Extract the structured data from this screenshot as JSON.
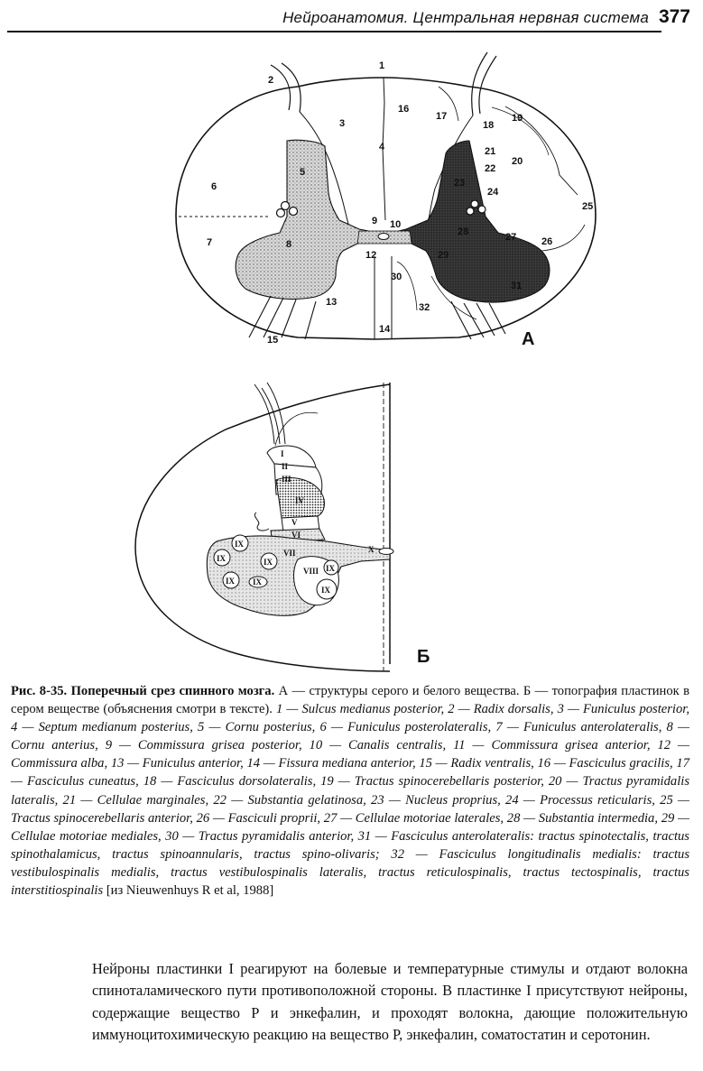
{
  "header": {
    "running_title": "Нейроанатомия. Центральная нервная система",
    "page_number": "377"
  },
  "figure_a": {
    "letter": "А",
    "labels": [
      "1",
      "2",
      "3",
      "4",
      "5",
      "6",
      "7",
      "8",
      "9",
      "10",
      "12",
      "13",
      "14",
      "15",
      "16",
      "17",
      "18",
      "19",
      "20",
      "21",
      "22",
      "23",
      "24",
      "25",
      "26",
      "27",
      "28",
      "29",
      "30",
      "31",
      "32"
    ]
  },
  "figure_b": {
    "letter": "Б",
    "laminae": [
      "I",
      "II",
      "III",
      "IV",
      "V",
      "VI",
      "VII",
      "VIII",
      "IX",
      "X"
    ]
  },
  "caption": {
    "lead": "Рис. 8-35. Поперечный срез спинного мозга.",
    "desc": " А — структуры серого и белого вещества. Б — топография пластинок в сером веществе (объяснения смотри в тексте). ",
    "legend": "1 — Sulcus medianus posterior, 2 — Radix dorsalis, 3 — Funiculus posterior, 4 — Septum medianum posterius, 5 — Cornu posterius, 6 — Funiculus posterolateralis, 7 — Funiculus anterolateralis, 8 — Cornu anterius, 9 — Commissura grisea posterior, 10 — Canalis centralis, 11 — Commissura grisea anterior, 12 — Commissura alba, 13 — Funiculus anterior, 14 — Fissura mediana anterior, 15 — Radix ventralis, 16 — Fasciculus gracilis, 17 — Fasciculus cuneatus, 18 — Fasciculus dorsolateralis, 19 — Tractus spinocerebellaris posterior, 20 — Tractus pyramidalis lateralis, 21 — Cellulae marginales, 22 — Substantia gelatinosa, 23 — Nucleus proprius, 24 — Processus reticularis, 25 — Tractus spinocerebellaris anterior, 26 — Fasciculi proprii, 27 — Cellulae motoriae laterales, 28 — Substantia intermedia, 29 — Cellulae motoriae mediales, 30 — Tractus pyramidalis anterior, 31 — Fasciculus anterolateralis: tractus spinotectalis, tractus spinothalamicus, tractus spinoannularis, tractus spino-olivaris; 32 — Fasciculus longitudinalis medialis: tractus vestibulospinalis medialis, tractus vestibulospinalis lateralis, tractus reticulospinalis, tractus tectospinalis, tractus interstitiospinalis",
    "source": " [из Nieuwenhuys R et al, 1988]"
  },
  "body_text": "Нейроны пластинки I реагируют на болевые и температурные стимулы и отдают волокна спиноталамического пути противоположной стороны. В пластинке I присутствуют нейроны, содержащие вещество Р и энкефалин, и проходят волокна, дающие положительную иммуноцитохимическую реакцию на вещество Р, энкефалин, соматостатин и серотонин."
}
